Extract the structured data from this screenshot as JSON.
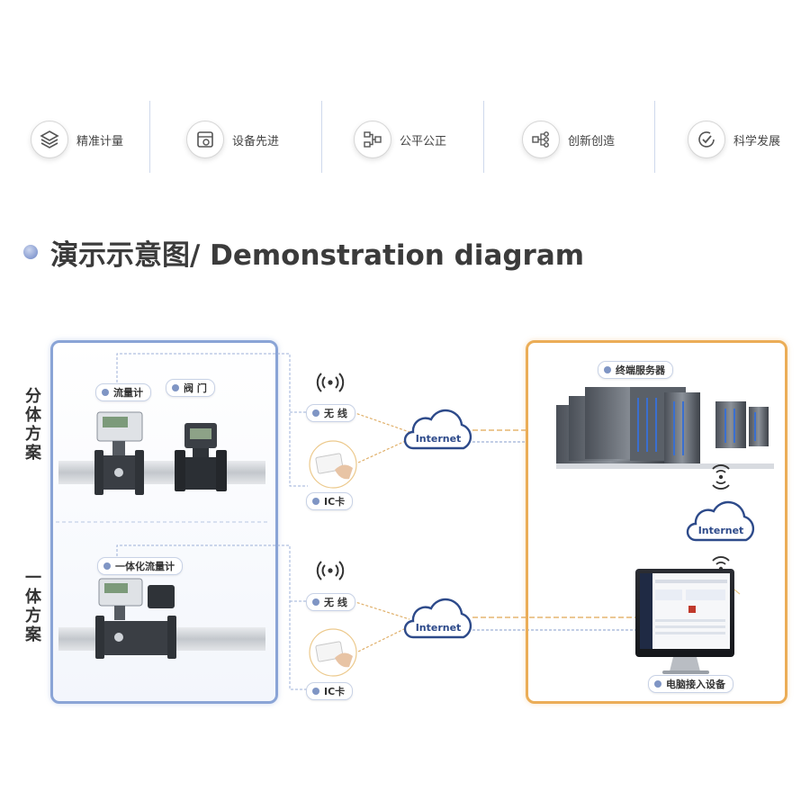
{
  "features": [
    {
      "label": "精准计量",
      "icon": "layers-icon"
    },
    {
      "label": "设备先进",
      "icon": "device-gear-icon"
    },
    {
      "label": "公平公正",
      "icon": "hierarchy-icon"
    },
    {
      "label": "创新创造",
      "icon": "network-icon"
    },
    {
      "label": "科学发展",
      "icon": "check-circle-icon"
    }
  ],
  "title": "演示示意图/ Demonstration diagram",
  "left_panel": {
    "top_label": "分体方案",
    "bottom_label": "一体方案",
    "flowmeter_label": "流量计",
    "valve_label": "阀 门",
    "integrated_label": "一体化流量计"
  },
  "middle": {
    "wireless_top": "无 线",
    "ic_top": "IC卡",
    "wireless_bottom": "无 线",
    "ic_bottom": "IC卡",
    "cloud_top": "Internet",
    "cloud_bottom": "Internet"
  },
  "right_panel": {
    "server_label": "终端服务器",
    "cloud_label": "Internet",
    "computer_label": "电脑接入设备"
  },
  "colors": {
    "blue_accent": "#8aa4d6",
    "orange_accent": "#ebad57",
    "cloud_blue": "#2d4a8a"
  }
}
